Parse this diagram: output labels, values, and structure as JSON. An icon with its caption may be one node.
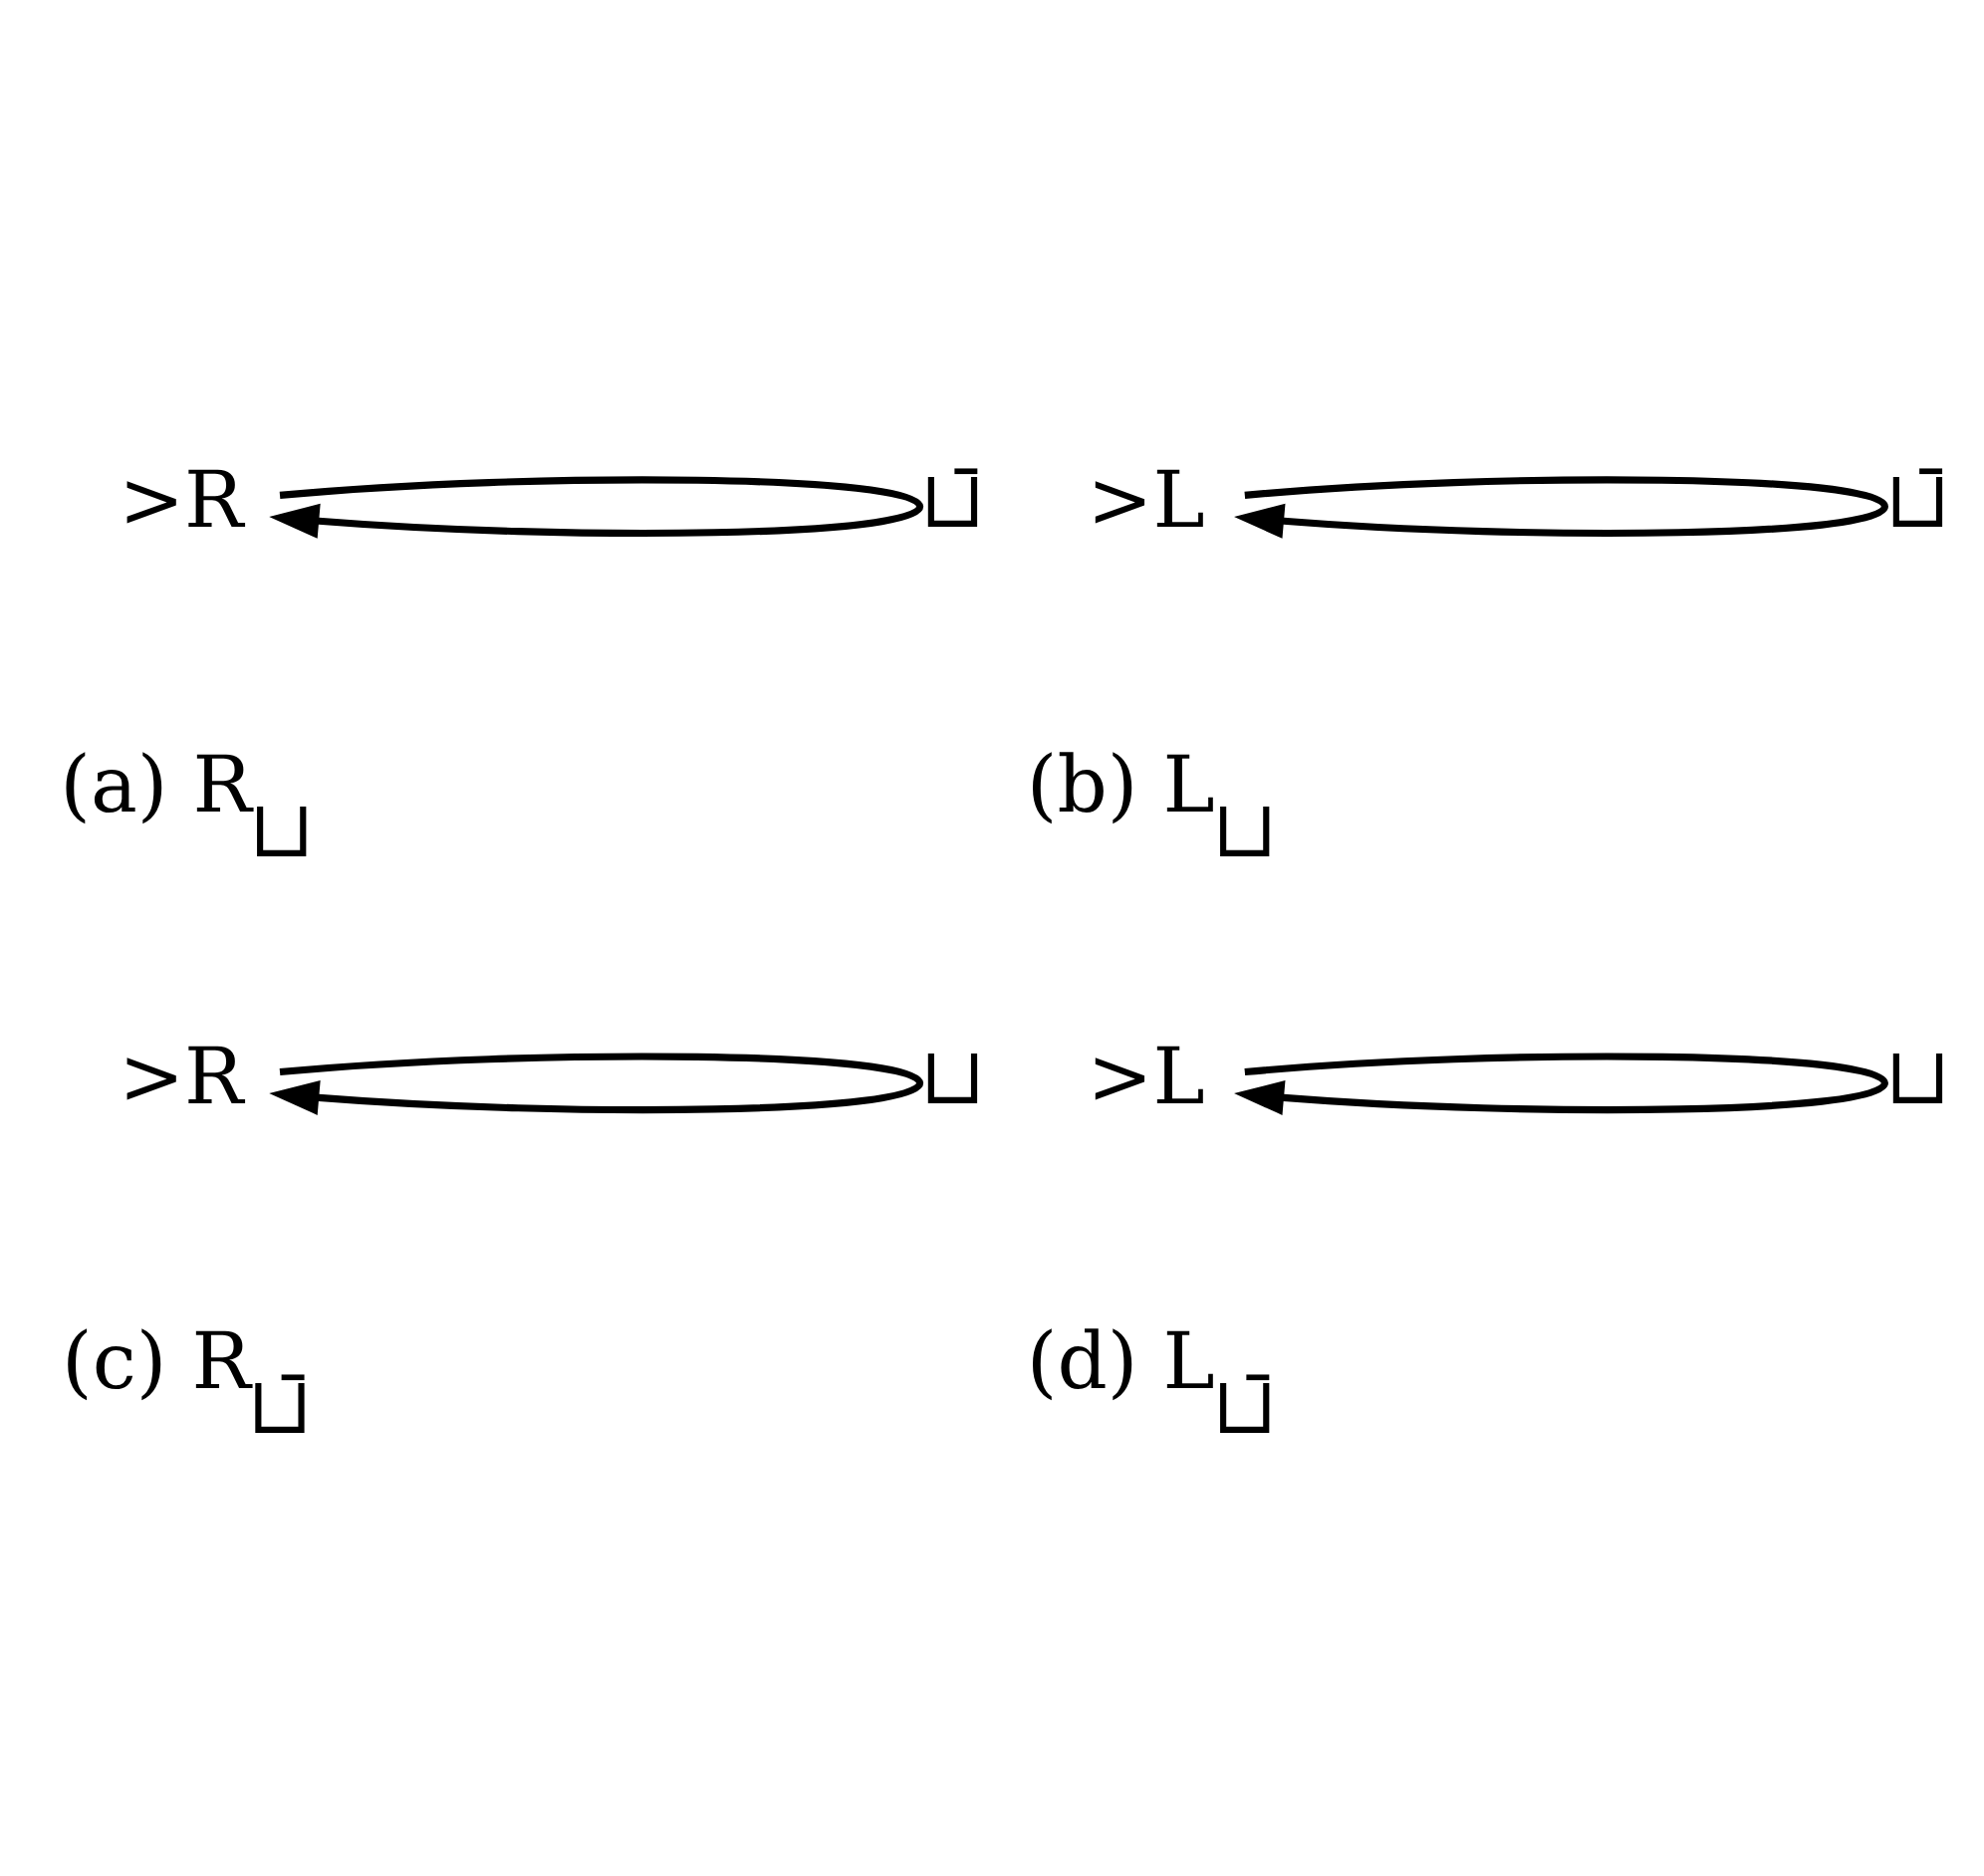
{
  "diagram": {
    "nodes": [
      {
        "text": [
          ">R"
        ]
      },
      {
        "text": [
          ">L"
        ]
      },
      {
        "text": [
          ">R"
        ]
      },
      {
        "text": [
          ">L"
        ]
      }
    ],
    "edges": [
      {
        "from": 0,
        "to": 0,
        "arrow": "to",
        "label": "⊔̄"
      },
      {
        "from": 1,
        "to": 1,
        "arrow": "to",
        "label": "⊔̄"
      },
      {
        "from": 2,
        "to": 2,
        "arrow": "to",
        "label": "⊔"
      },
      {
        "from": 3,
        "to": 3,
        "arrow": "to",
        "label": "⊔"
      }
    ],
    "labels": [
      "(a) R$_{⊔}$",
      "(b) L$_{⊔}$",
      "(c) R$_{⊔̄}$",
      "(d) L$_{⊔̄}$"
    ]
  }
}
